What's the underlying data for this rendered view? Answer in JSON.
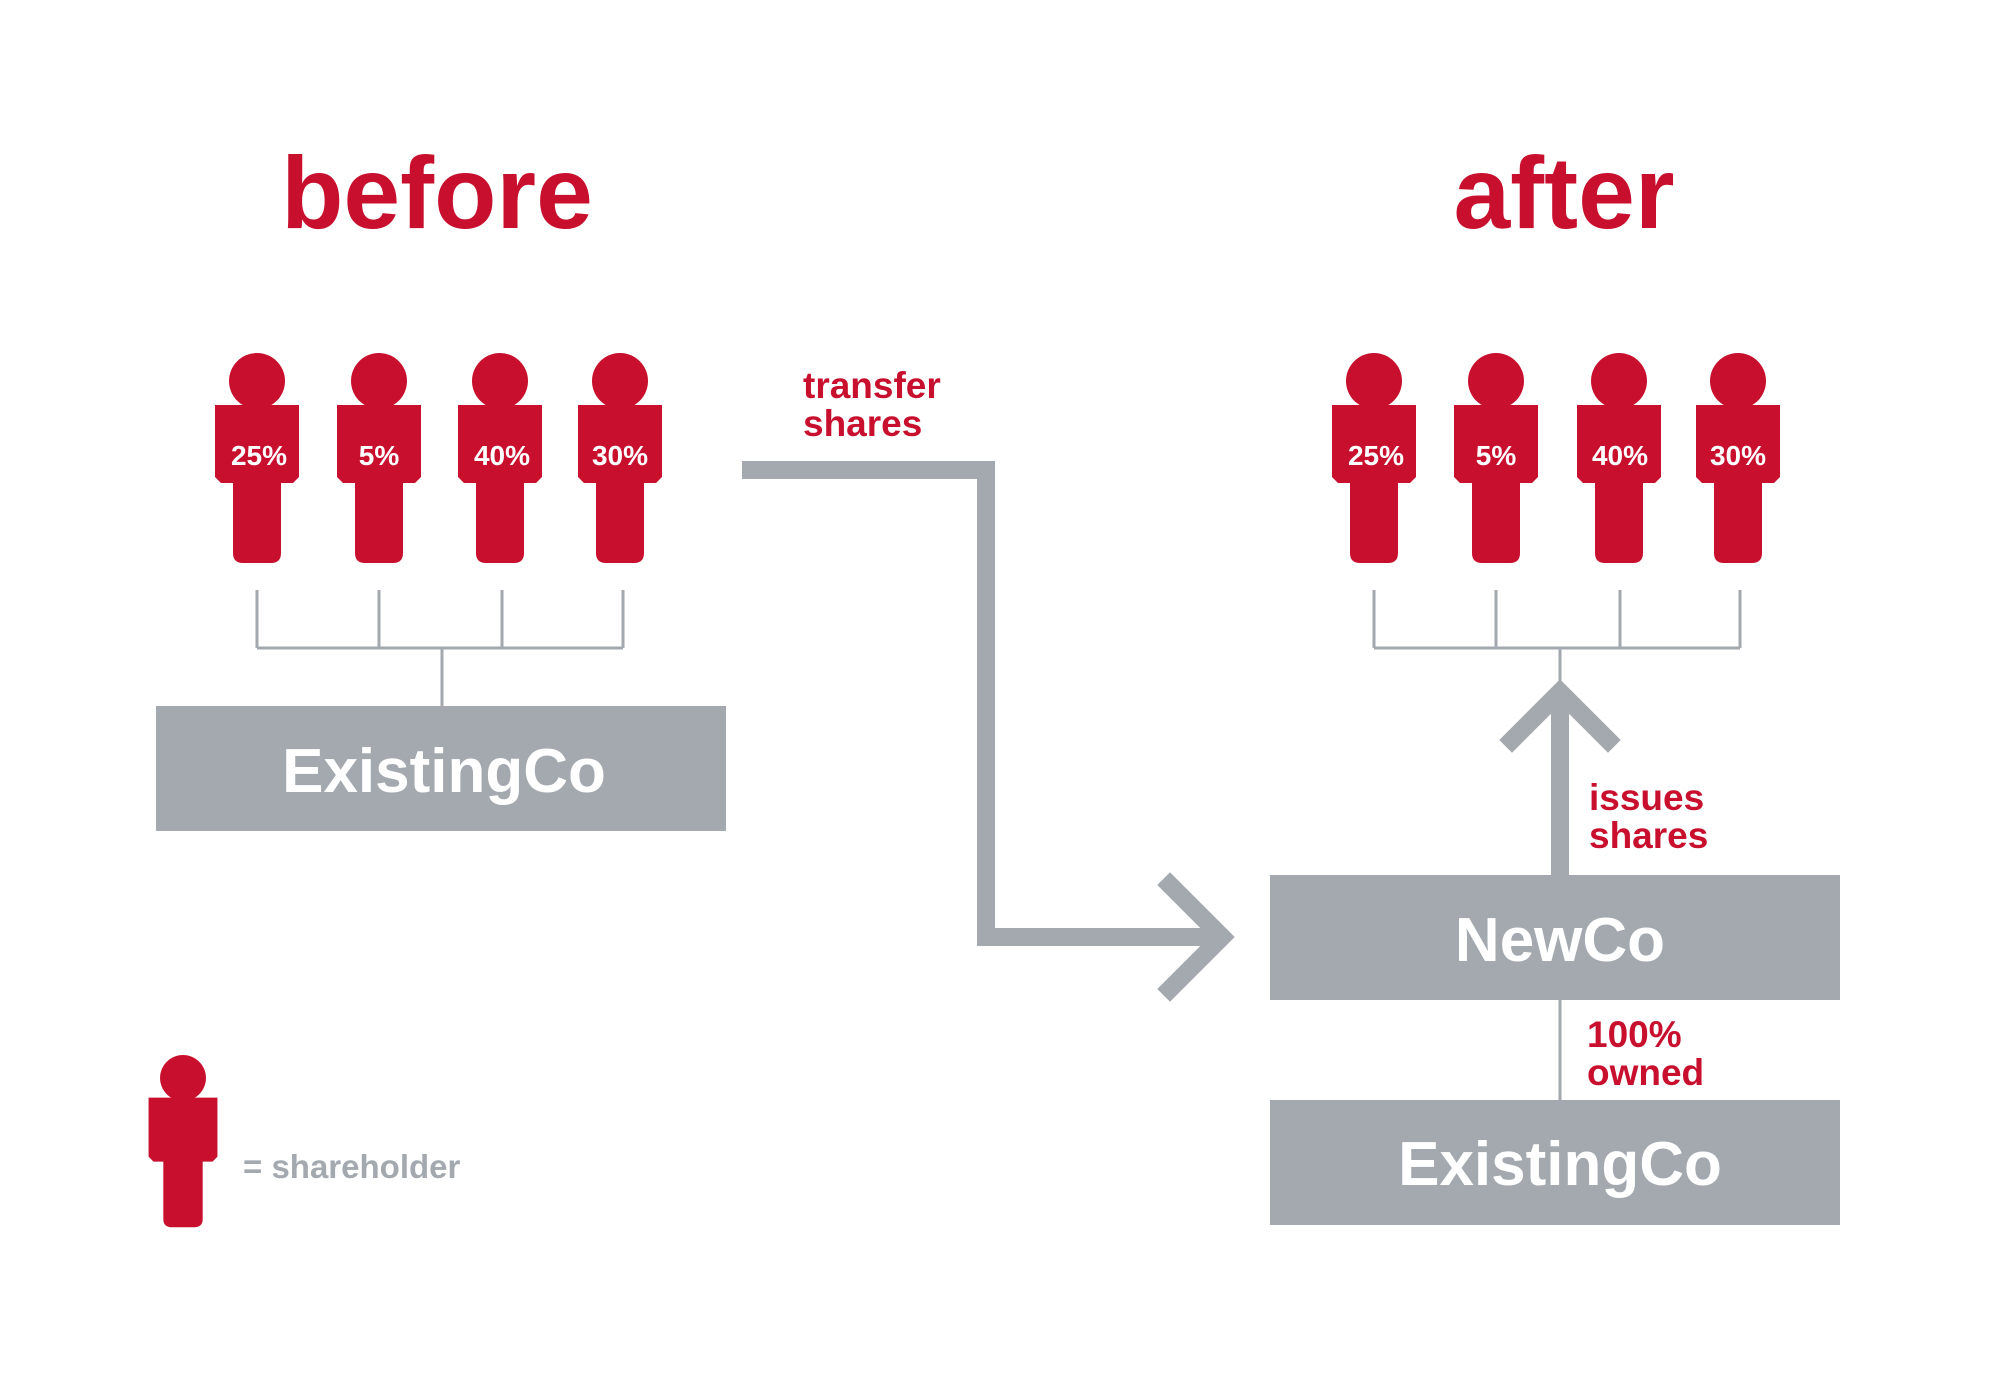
{
  "colors": {
    "accent": "#C8102E",
    "gray": "#A3A9AF",
    "background": "#FFFFFF"
  },
  "before": {
    "heading": "before",
    "shareholders": [
      "25%",
      "5%",
      "40%",
      "30%"
    ],
    "company": "ExistingCo"
  },
  "transfer": {
    "line1": "transfer",
    "line2": "shares"
  },
  "after": {
    "heading": "after",
    "shareholders": [
      "25%",
      "5%",
      "40%",
      "30%"
    ],
    "issues": {
      "line1": "issues",
      "line2": "shares"
    },
    "newco": "NewCo",
    "owned": {
      "line1": "100%",
      "line2": "owned"
    },
    "subsidiary": "ExistingCo"
  },
  "legend": {
    "icon": "shareholder-icon",
    "label": "= shareholder"
  }
}
